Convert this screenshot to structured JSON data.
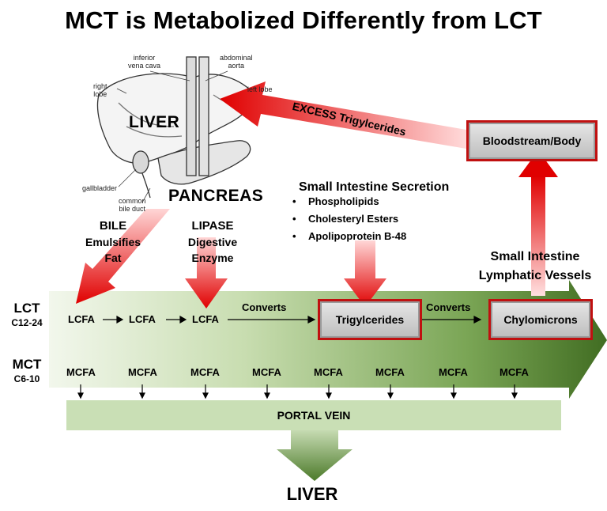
{
  "title": "MCT is Metabolized Differently from LCT",
  "anatomy": {
    "inferior_vena_cava": "inferior\nvena cava",
    "abdominal_aorta": "abdominal\naorta",
    "right_lobe": "right\nlobe",
    "left_lobe": "left lobe",
    "gallbladder": "gallbladder",
    "common_bile_duct": "common\nbile duct",
    "liver": "LIVER",
    "pancreas": "PANCREAS"
  },
  "excess_label": "EXCESS Trigylcerides",
  "bloodstream_label": "Bloodstream/Body",
  "bile": {
    "title": "BILE",
    "line1": "Emulsifies",
    "line2": "Fat"
  },
  "lipase": {
    "title": "LIPASE",
    "line1": "Digestive",
    "line2": "Enzyme"
  },
  "secretion": {
    "title": "Small Intestine Secretion",
    "items": [
      "Phospholipids",
      "Cholesteryl Esters",
      "Apolipoprotein B-48"
    ]
  },
  "lymphatic": {
    "line1": "Small Intestine",
    "line2": "Lymphatic Vessels"
  },
  "lct": {
    "label": "LCT",
    "sub": "C12-24",
    "lcfa": [
      "LCFA",
      "LCFA",
      "LCFA"
    ],
    "converts1": "Converts",
    "triglycerides": "Trigylcerides",
    "converts2": "Converts",
    "chylomicrons": "Chylomicrons"
  },
  "mct": {
    "label": "MCT",
    "sub": "C6-10",
    "mcfa": [
      "MCFA",
      "MCFA",
      "MCFA",
      "MCFA",
      "MCFA",
      "MCFA",
      "MCFA",
      "MCFA"
    ]
  },
  "portal_vein": "PORTAL VEIN",
  "liver_bottom": "LIVER",
  "colors": {
    "arrow_red": "#e01010",
    "green_dark": "#4c7a2a",
    "green_light": "#eaf2e1",
    "box_border": "#c01010"
  }
}
